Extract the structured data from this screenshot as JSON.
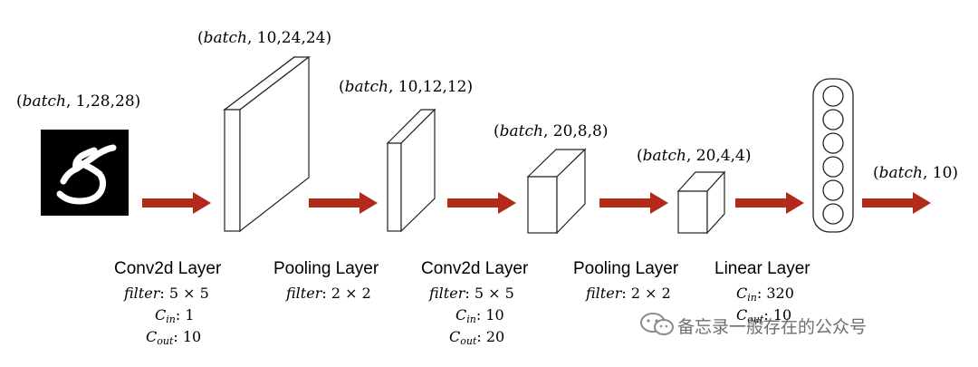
{
  "shapes": {
    "input": {
      "prefix": "(",
      "var": "batch",
      "dims": ", 1,28,28)"
    },
    "conv1": {
      "prefix": "(",
      "var": "batch",
      "dims": ", 10,24,24)"
    },
    "pool1": {
      "prefix": "(",
      "var": "batch",
      "dims": ", 10,12,12)"
    },
    "conv2": {
      "prefix": "(",
      "var": "batch",
      "dims": ", 20,8,8)"
    },
    "pool2": {
      "prefix": "(",
      "var": "batch",
      "dims": ", 20,4,4)"
    },
    "output": {
      "prefix": "(",
      "var": "batch",
      "dims": ", 10)"
    }
  },
  "layers": {
    "conv1": {
      "title": "Conv2d Layer",
      "filter_var": "filter",
      "filter_val": ":  5 × 5",
      "cin_sym": "C",
      "cin_sub": "in",
      "cin_val": ": 1",
      "cout_sym": "C",
      "cout_sub": "out",
      "cout_val": ": 10"
    },
    "pool1": {
      "title": "Pooling Layer",
      "filter_var": "filter",
      "filter_val": ": 2 × 2"
    },
    "conv2": {
      "title": "Conv2d Layer",
      "filter_var": "filter",
      "filter_val": ":  5 × 5",
      "cin_sym": "C",
      "cin_sub": "in",
      "cin_val": ": 10",
      "cout_sym": "C",
      "cout_sub": "out",
      "cout_val": ": 20"
    },
    "pool2": {
      "title": "Pooling Layer",
      "filter_var": "filter",
      "filter_val": ": 2 × 2"
    },
    "linear": {
      "title": "Linear Layer",
      "cin_sym": "C",
      "cin_sub": "in",
      "cin_val": ": 320",
      "cout_sym": "C",
      "cout_sub": "out",
      "cout_val": ": 10"
    }
  },
  "input_image": {
    "digit": "5"
  },
  "watermark": {
    "text": "备忘录一般存在的公众号",
    "icon": "wechat-icon"
  },
  "colors": {
    "arrow": "#b22a1a",
    "box_stroke": "#222222",
    "image_bg": "#000000",
    "digit": "#ffffff"
  }
}
